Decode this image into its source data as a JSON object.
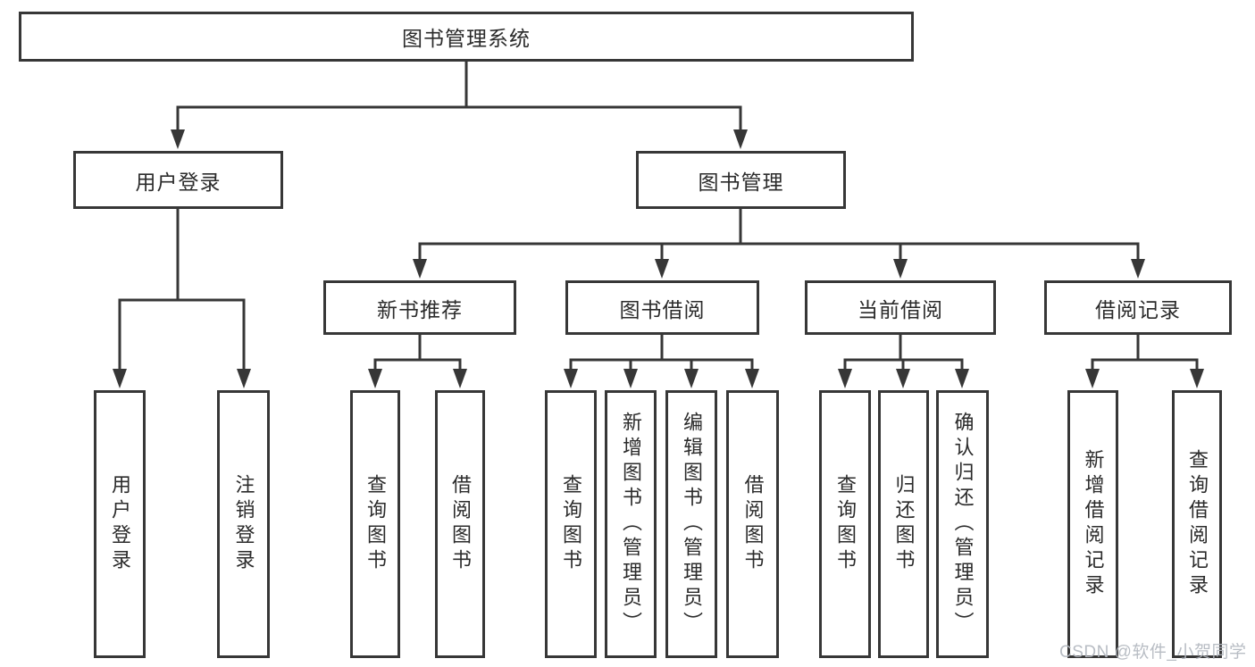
{
  "nodes": {
    "root": "图书管理系统",
    "level2": [
      {
        "label": "用户登录"
      },
      {
        "label": "图书管理"
      }
    ],
    "level3": [
      {
        "label": "新书推荐",
        "parent": "图书管理"
      },
      {
        "label": "图书借阅",
        "parent": "图书管理"
      },
      {
        "label": "当前借阅",
        "parent": "图书管理"
      },
      {
        "label": "借阅记录",
        "parent": "图书管理"
      }
    ],
    "leaves": [
      {
        "label": "用户登录",
        "parent": "用户登录"
      },
      {
        "label": "注销登录",
        "parent": "用户登录"
      },
      {
        "label": "查询图书",
        "parent": "新书推荐"
      },
      {
        "label": "借阅图书",
        "parent": "新书推荐"
      },
      {
        "label": "查询图书",
        "parent": "图书借阅"
      },
      {
        "label": "新增图书（管理员）",
        "parent": "图书借阅"
      },
      {
        "label": "编辑图书（管理员）",
        "parent": "图书借阅"
      },
      {
        "label": "借阅图书",
        "parent": "图书借阅"
      },
      {
        "label": "查询图书",
        "parent": "当前借阅"
      },
      {
        "label": "归还图书",
        "parent": "当前借阅"
      },
      {
        "label": "确认归还（管理员）",
        "parent": "当前借阅"
      },
      {
        "label": "新增借阅记录",
        "parent": "借阅记录"
      },
      {
        "label": "查询借阅记录",
        "parent": "借阅记录"
      }
    ]
  },
  "watermark": {
    "text": "CSDN @软件_小贺同学"
  },
  "colors": {
    "line": "#373737",
    "box_border": "#373737",
    "text": "#2b2b2b",
    "watermark": "#b3b8bf",
    "background": "#ffffff"
  }
}
